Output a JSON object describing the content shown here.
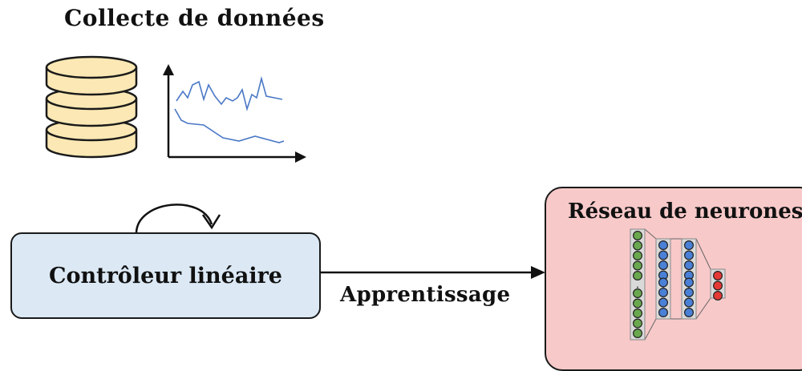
{
  "title": "Collecte de données",
  "controller": {
    "label": "Contrôleur linéaire"
  },
  "edge": {
    "label": "Apprentissage"
  },
  "network": {
    "label": "Réseau de neurones",
    "layers": [
      {
        "top": 5,
        "bottom": 5,
        "color": "green"
      },
      {
        "top": 4,
        "bottom": 4,
        "color": "blue"
      },
      {
        "top": 4,
        "bottom": 4,
        "color": "blue"
      },
      {
        "top": 3,
        "bottom": 0,
        "color": "red"
      }
    ]
  },
  "colors": {
    "controller_fill": "#dce9f5",
    "network_fill": "#f8c9c9",
    "database_fill": "#fbe8b4",
    "series": "#4a78c6",
    "neuron_green": "#6aa84f",
    "neuron_blue": "#4a80d6",
    "neuron_red": "#e53935"
  },
  "icons": {
    "database": "database-icon",
    "mini_chart": "line-chart-icon",
    "loop": "self-loop-arrow-icon"
  }
}
